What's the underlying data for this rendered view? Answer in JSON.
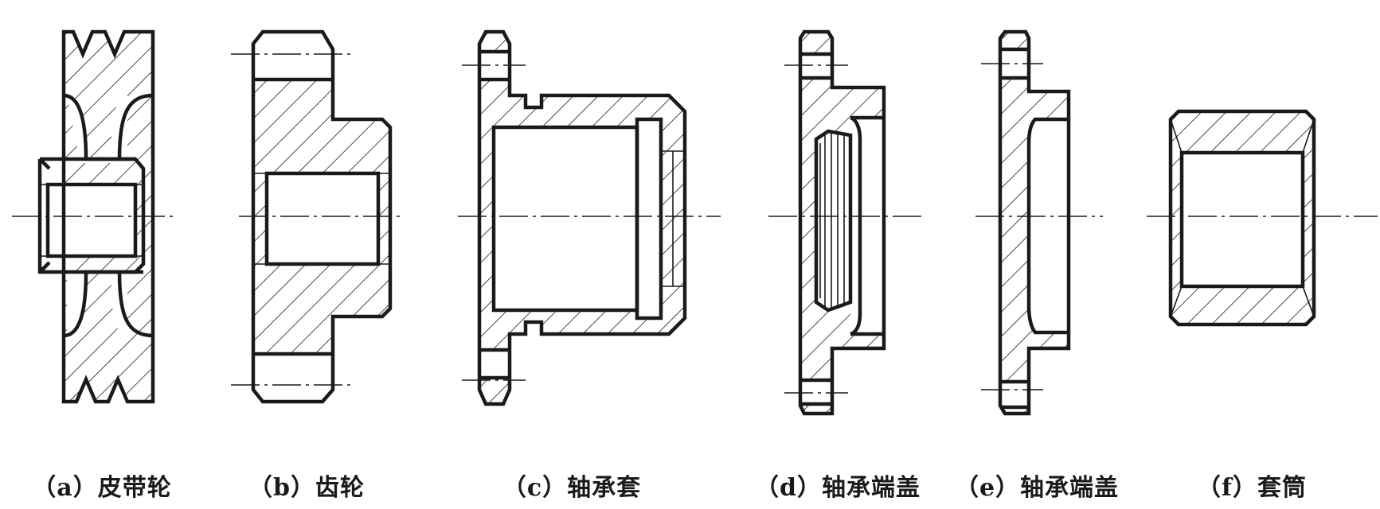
{
  "figure": {
    "captions": [
      {
        "id": "a",
        "text": "（a）皮带轮"
      },
      {
        "id": "b",
        "text": "（b）齿轮"
      },
      {
        "id": "c",
        "text": "（c）轴承套"
      },
      {
        "id": "d",
        "text": "（d）轴承端盖"
      },
      {
        "id": "e",
        "text": "（e）轴承端盖"
      },
      {
        "id": "f",
        "text": "（f）套筒"
      }
    ]
  }
}
